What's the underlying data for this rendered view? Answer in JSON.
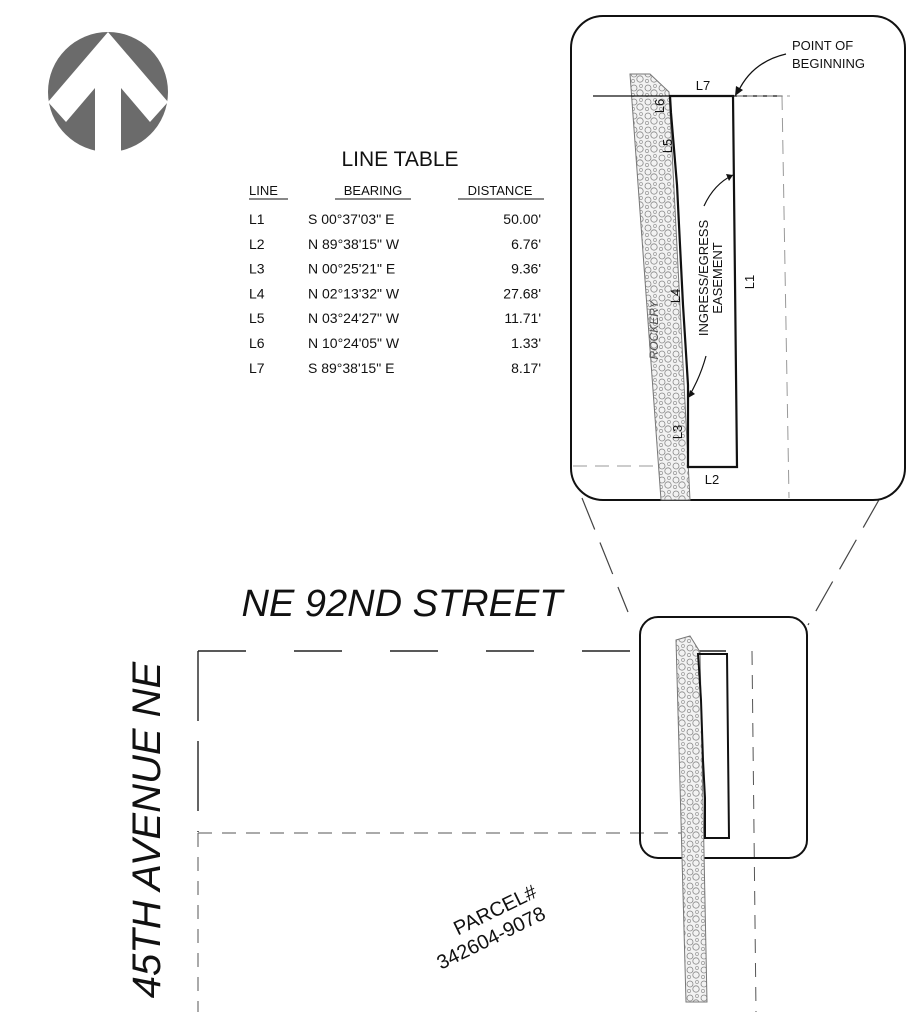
{
  "line_table": {
    "title": "LINE TABLE",
    "headers": {
      "line": "LINE",
      "bearing": "BEARING",
      "distance": "DISTANCE"
    },
    "rows": [
      {
        "line": "L1",
        "bearing": "S 00°37'03\" E",
        "distance": "50.00'"
      },
      {
        "line": "L2",
        "bearing": "N 89°38'15\" W",
        "distance": "6.76'"
      },
      {
        "line": "L3",
        "bearing": "N 00°25'21\" E",
        "distance": "9.36'"
      },
      {
        "line": "L4",
        "bearing": "N 02°13'32\" W",
        "distance": "27.68'"
      },
      {
        "line": "L5",
        "bearing": "N 03°24'27\" W",
        "distance": "11.71'"
      },
      {
        "line": "L6",
        "bearing": "N 10°24'05\" W",
        "distance": "1.33'"
      },
      {
        "line": "L7",
        "bearing": "S 89°38'15\" E",
        "distance": "8.17'"
      }
    ]
  },
  "detail": {
    "point_of_beginning": [
      "POINT OF",
      "BEGINNING"
    ],
    "easement": [
      "INGRESS/EGRESS",
      "EASEMENT"
    ],
    "rockery": "ROCKERY",
    "segments": [
      "L7",
      "L6",
      "L5",
      "L4",
      "L3",
      "L2",
      "L1"
    ]
  },
  "site": {
    "street": "NE 92ND STREET",
    "avenue": "45TH AVENUE NE",
    "parcel": [
      "PARCEL#",
      "342604-9078"
    ]
  },
  "colors": {
    "line": "#111111",
    "north_arrow": "#6b6b6b",
    "dash": "#222222"
  },
  "icons": {
    "north_arrow": "north-arrow-icon"
  }
}
